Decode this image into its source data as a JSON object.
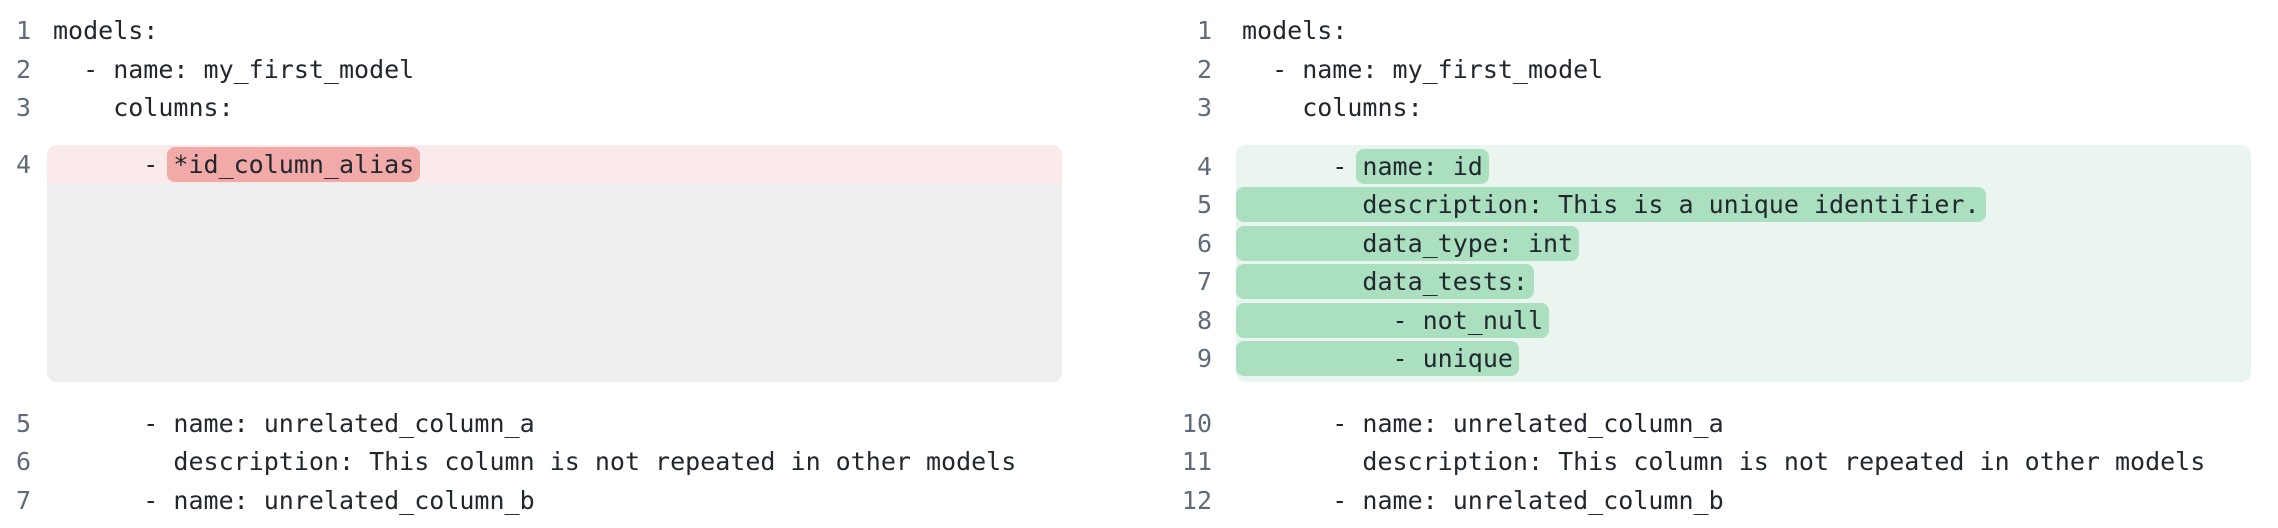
{
  "colors": {
    "code_text": "#22272e",
    "line_number": "#5f6b7a",
    "removed_row_bg": "#fbeaea",
    "removed_token_bg": "#f2aaa9",
    "filler_bg": "#eceef0",
    "added_block_bg": "#e9f5ee",
    "added_token_bg": "#aadfc0",
    "page_bg": "#ffffff"
  },
  "diff": {
    "panels": [
      {
        "side": "left",
        "name": "diff-panel-before",
        "sections": [
          {
            "type": "plain",
            "lines": [
              {
                "num": "1",
                "segments": [
                  {
                    "text": "models:"
                  }
                ]
              },
              {
                "num": "2",
                "segments": [
                  {
                    "text": "  - name: my_first_model"
                  }
                ]
              },
              {
                "num": "3",
                "segments": [
                  {
                    "text": "    columns:"
                  }
                ]
              }
            ]
          },
          {
            "type": "chunk",
            "kind": "removed",
            "filler": true,
            "lines": [
              {
                "num": "4",
                "segments": [
                  {
                    "text": "      - "
                  },
                  {
                    "text": "*id_column_alias",
                    "hl": true
                  }
                ]
              }
            ]
          },
          {
            "type": "plain",
            "lines": [
              {
                "num": "5",
                "segments": [
                  {
                    "text": "      - name: unrelated_column_a"
                  }
                ]
              },
              {
                "num": "6",
                "segments": [
                  {
                    "text": "        description: This column is not repeated in other models"
                  }
                ]
              },
              {
                "num": "7",
                "segments": [
                  {
                    "text": "      - name: unrelated_column_b"
                  }
                ]
              }
            ]
          }
        ]
      },
      {
        "side": "right",
        "name": "diff-panel-after",
        "sections": [
          {
            "type": "plain",
            "lines": [
              {
                "num": "1",
                "segments": [
                  {
                    "text": "models:"
                  }
                ]
              },
              {
                "num": "2",
                "segments": [
                  {
                    "text": "  - name: my_first_model"
                  }
                ]
              },
              {
                "num": "3",
                "segments": [
                  {
                    "text": "    columns:"
                  }
                ]
              }
            ]
          },
          {
            "type": "chunk",
            "kind": "added",
            "filler": false,
            "lines": [
              {
                "num": "4",
                "segments": [
                  {
                    "text": "      - "
                  },
                  {
                    "text": "name: id",
                    "hl": true
                  }
                ]
              },
              {
                "num": "5",
                "segments": [
                  {
                    "text": "        description: This is a unique identifier.",
                    "hl": true
                  }
                ]
              },
              {
                "num": "6",
                "segments": [
                  {
                    "text": "        data_type: int",
                    "hl": true
                  }
                ]
              },
              {
                "num": "7",
                "segments": [
                  {
                    "text": "        data_tests:",
                    "hl": true
                  }
                ]
              },
              {
                "num": "8",
                "segments": [
                  {
                    "text": "          - not_null",
                    "hl": true
                  }
                ]
              },
              {
                "num": "9",
                "segments": [
                  {
                    "text": "          - unique",
                    "hl": true
                  }
                ]
              }
            ]
          },
          {
            "type": "plain",
            "lines": [
              {
                "num": "10",
                "segments": [
                  {
                    "text": "      - name: unrelated_column_a"
                  }
                ]
              },
              {
                "num": "11",
                "segments": [
                  {
                    "text": "        description: This column is not repeated in other models"
                  }
                ]
              },
              {
                "num": "12",
                "segments": [
                  {
                    "text": "      - name: unrelated_column_b"
                  }
                ]
              }
            ]
          }
        ]
      }
    ]
  }
}
